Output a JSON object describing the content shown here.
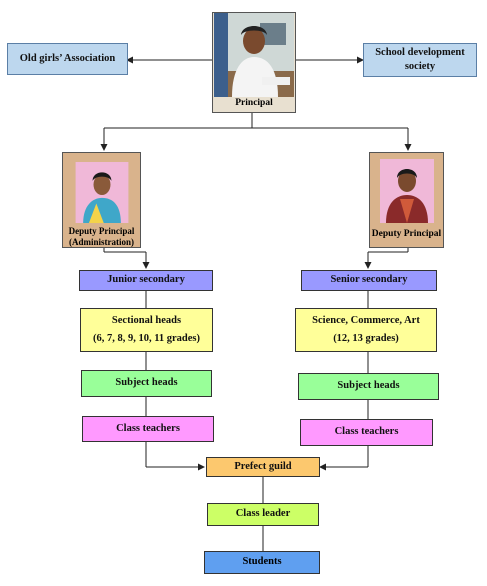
{
  "nodes": {
    "principal": "Principal",
    "old_girls": "Old girls’ Association",
    "school_dev": "School development society",
    "deputy_admin_line1": "Deputy Principal",
    "deputy_admin_line2": "(Administration)",
    "deputy": "Deputy Principal",
    "junior": "Junior secondary",
    "senior": "Senior secondary",
    "sectional_heads": "Sectional heads",
    "sectional_grades": "(6, 7, 8, 9, 10, 11 grades)",
    "science": "Science, Commerce, Art",
    "senior_grades": "(12, 13 grades)",
    "subject_heads_left": "Subject heads",
    "subject_heads_right": "Subject heads",
    "class_teachers_left": "Class teachers",
    "class_teachers_right": "Class teachers",
    "prefect": "Prefect guild",
    "class_leader": "Class leader",
    "students": "Students"
  },
  "colors": {
    "light_blue": "#bdd7ee",
    "purple": "#9999ff",
    "yellow": "#ffff99",
    "green": "#99ff99",
    "pink": "#ff99ff",
    "orange": "#fcc86e",
    "lime": "#ccff66",
    "blue": "#5f9ff0"
  }
}
